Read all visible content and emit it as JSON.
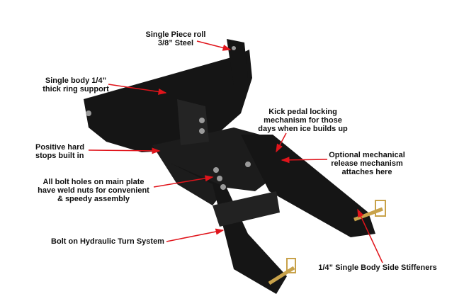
{
  "colors": {
    "arrow": "#e0141b",
    "frame": "#151515",
    "text": "#111111",
    "hardware": "#c8a24a"
  },
  "callouts": [
    {
      "id": "roll-steel",
      "lines": [
        "Single Piece roll",
        "3/8” Steel"
      ]
    },
    {
      "id": "ring-support",
      "lines": [
        "Single body 1/4”",
        "thick ring support"
      ]
    },
    {
      "id": "kick-pedal",
      "lines": [
        "Kick pedal locking",
        "mechanism for those",
        "days when ice builds up"
      ]
    },
    {
      "id": "hard-stops",
      "lines": [
        "Positive hard",
        "stops built in"
      ]
    },
    {
      "id": "mechanical-release",
      "lines": [
        "Optional mechanical",
        "release mechanism",
        "attaches here"
      ]
    },
    {
      "id": "weld-nuts",
      "lines": [
        "All bolt holes on main plate",
        "have weld nuts for convenient",
        "& speedy assembly"
      ]
    },
    {
      "id": "hydraulic-turn",
      "lines": [
        "Bolt on Hydraulic Turn System"
      ]
    },
    {
      "id": "side-stiffeners",
      "lines": [
        "1/4” Single Body Side Stiffeners"
      ]
    }
  ]
}
